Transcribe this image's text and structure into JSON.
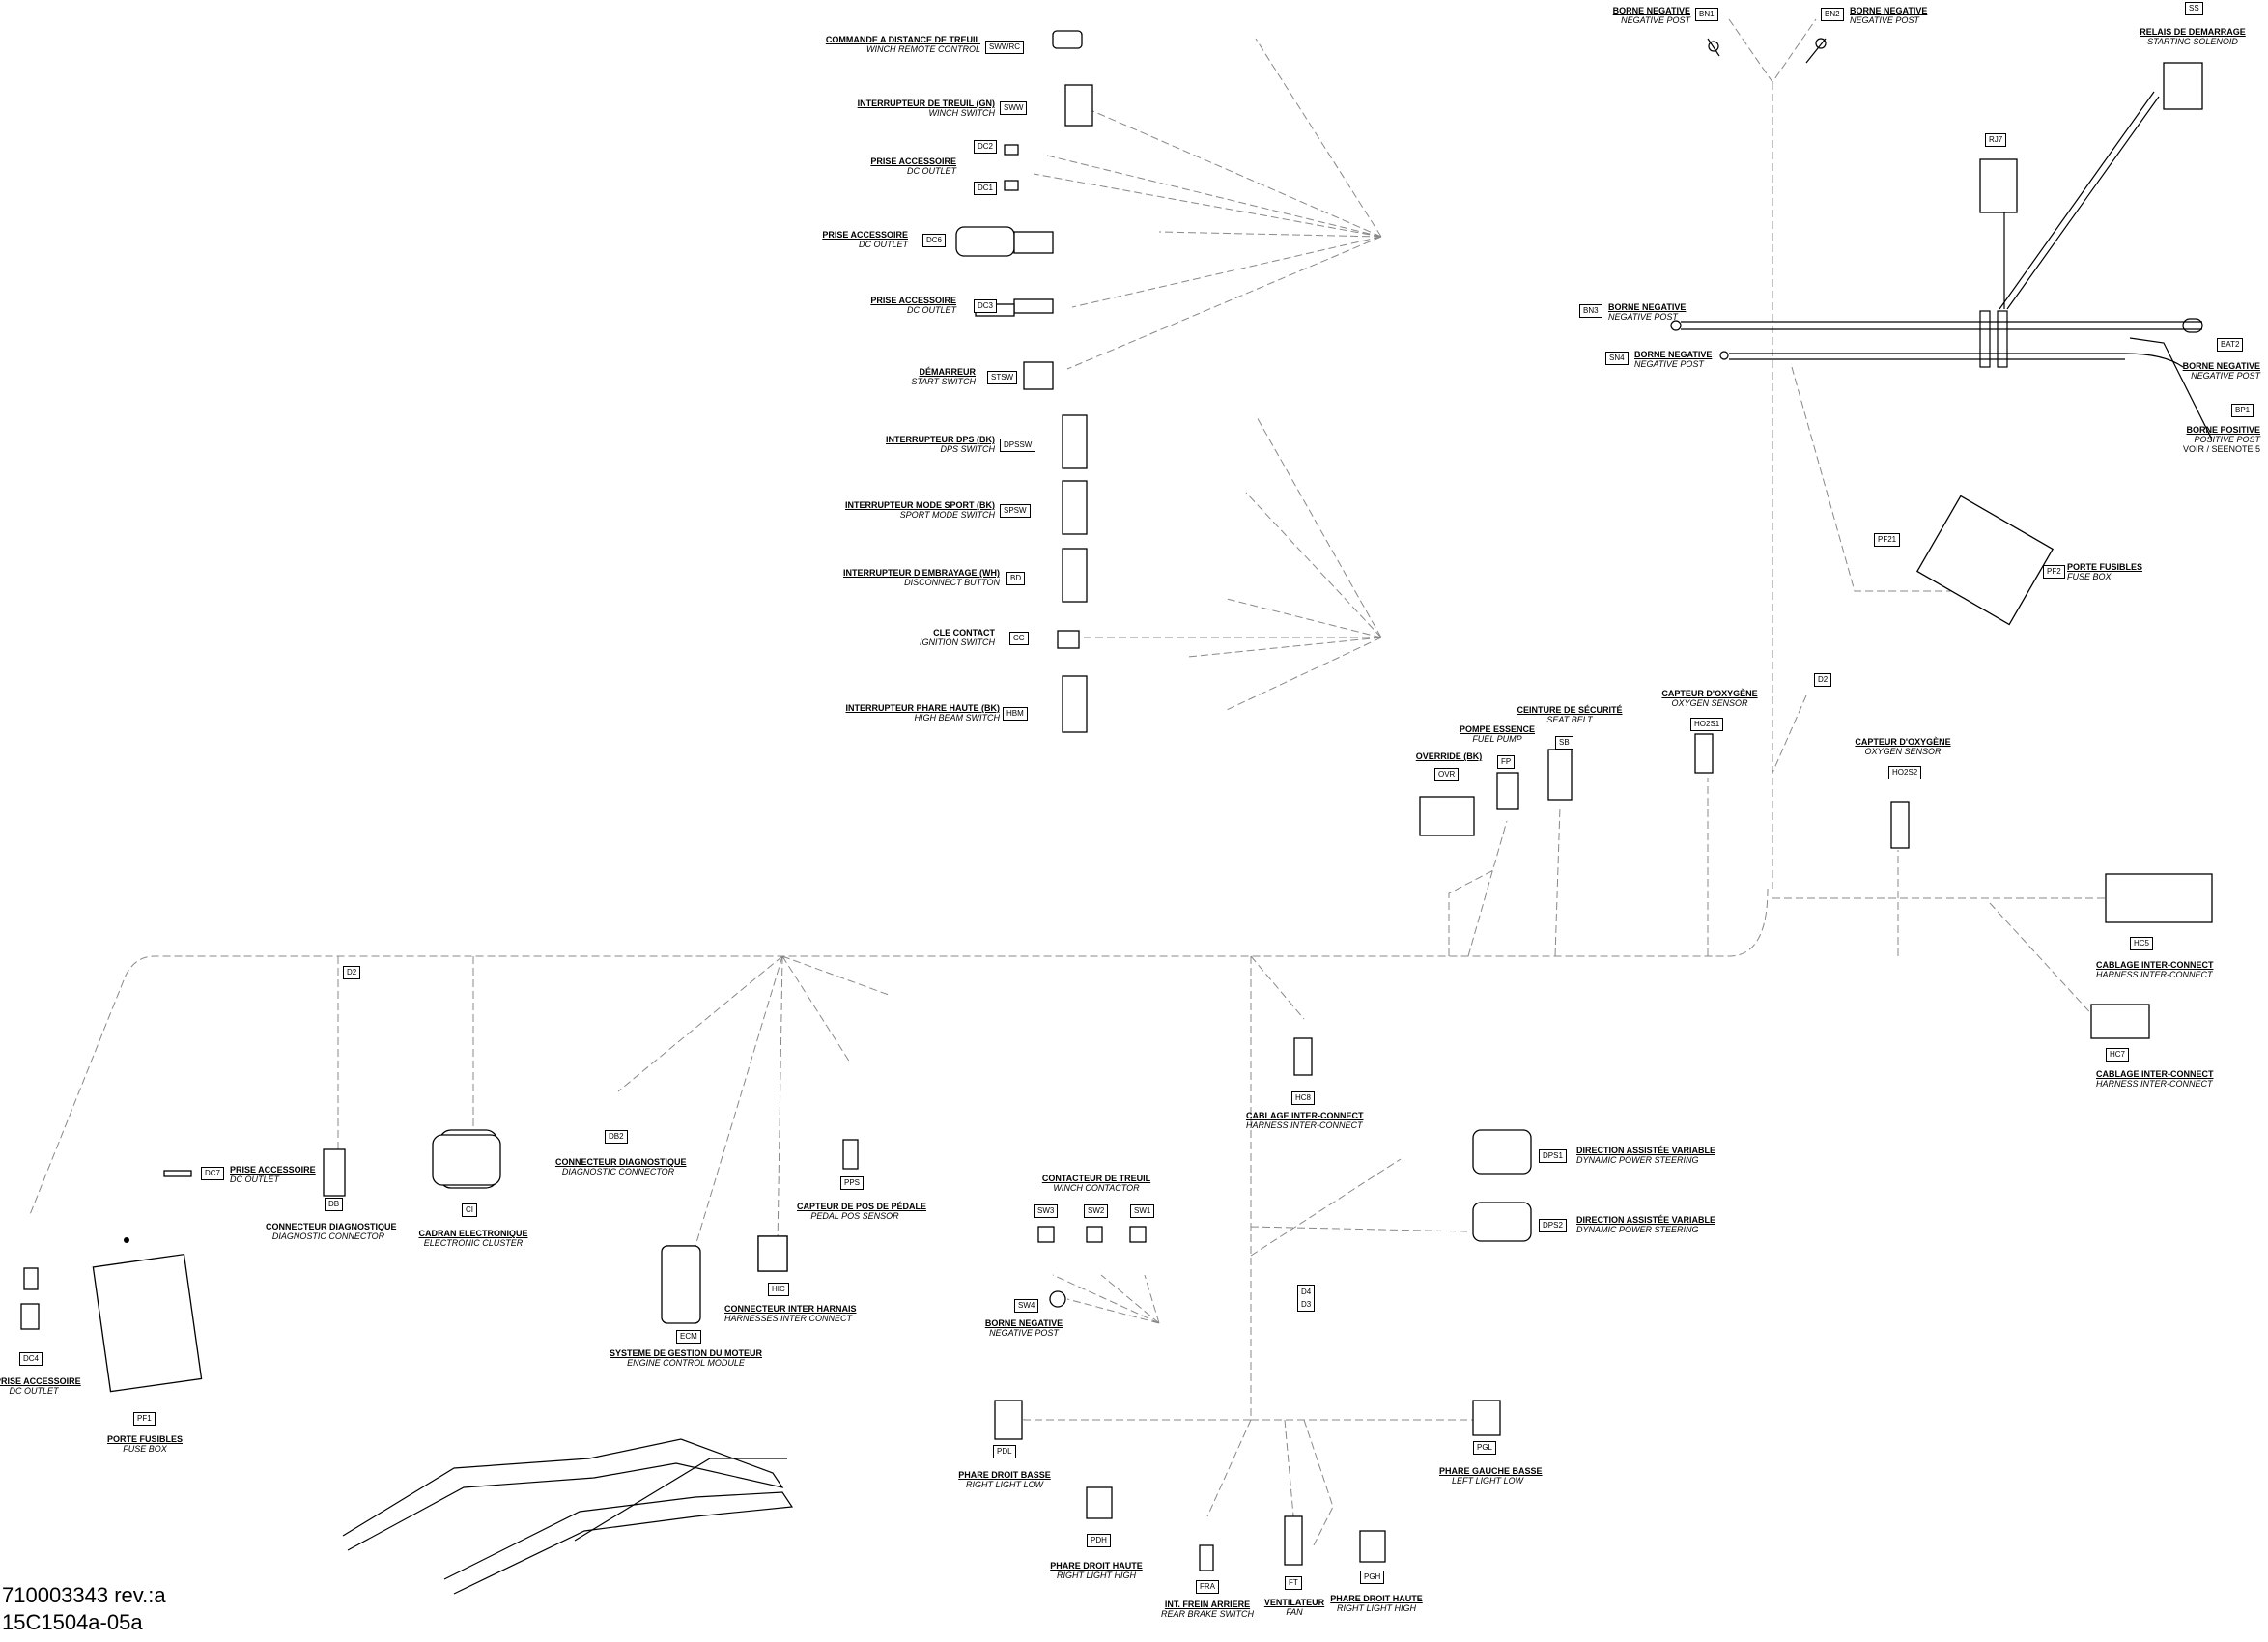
{
  "drawing": {
    "part_number": "710003343 rev.:a",
    "figure_code": "15C1504a-05a"
  },
  "components": {
    "swrc": {
      "code": "SWWRC",
      "fr": "COMMANDE A DISTANCE DE TREUIL",
      "en": "WINCH REMOTE CONTROL"
    },
    "sww": {
      "code": "SWW",
      "fr": "INTERRUPTEUR DE TREUIL (GN)",
      "en": "WINCH SWITCH"
    },
    "dc2": {
      "code": "DC2",
      "fr": "PRISE ACCESSOIRE",
      "en": "DC OUTLET"
    },
    "dc1": {
      "code": "DC1"
    },
    "dc6": {
      "code": "DC6",
      "fr": "PRISE ACCESSOIRE",
      "en": "DC OUTLET"
    },
    "dc3": {
      "code": "DC3",
      "fr": "PRISE ACCESSOIRE",
      "en": "DC OUTLET"
    },
    "stsw": {
      "code": "STSW",
      "fr": "DÉMARREUR",
      "en": "START SWITCH"
    },
    "dpssw": {
      "code": "DPSSW",
      "fr": "INTERRUPTEUR DPS (BK)",
      "en": "DPS SWITCH"
    },
    "spsw": {
      "code": "SPSW",
      "fr": "INTERRUPTEUR MODE SPORT (BK)",
      "en": "SPORT MODE SWITCH"
    },
    "bd": {
      "code": "BD",
      "fr": "INTERRUPTEUR D'EMBRAYAGE (WH)",
      "en": "DISCONNECT BUTTON"
    },
    "cc": {
      "code": "CC",
      "fr": "CLE CONTACT",
      "en": "IGNITION SWITCH"
    },
    "hbm": {
      "code": "HBM",
      "fr": "INTERRUPTEUR PHARE HAUTE (BK)",
      "en": "HIGH BEAM SWITCH"
    },
    "bn1": {
      "code": "BN1",
      "fr": "BORNE NEGATIVE",
      "en": "NEGATIVE POST"
    },
    "bn2": {
      "code": "BN2",
      "fr": "BORNE NEGATIVE",
      "en": "NEGATIVE POST"
    },
    "ss": {
      "code": "SS",
      "fr": "RELAIS DE DEMARRAGE",
      "en": "STARTING SOLENOID"
    },
    "rj7": {
      "code": "RJ7"
    },
    "bn3": {
      "code": "BN3",
      "fr": "BORNE NEGATIVE",
      "en": "NEGATIVE POST"
    },
    "sn4": {
      "code": "SN4",
      "fr": "BORNE NEGATIVE",
      "en": "NEGATIVE POST"
    },
    "bat2": {
      "code": "BAT2",
      "fr": "BORNE NEGATIVE",
      "en": "NEGATIVE POST"
    },
    "bp1": {
      "code": "BP1",
      "fr": "BORNE POSITIVE",
      "en": "POSITIVE POST",
      "note1": "VOIR / SEE",
      "note2": "NOTE 5"
    },
    "pf21": {
      "code": "PF21"
    },
    "pf2": {
      "code": "PF2",
      "fr": "PORTE FUSIBLES",
      "en": "FUSE BOX"
    },
    "d2a": {
      "code": "D2"
    },
    "ho2s1": {
      "code": "HO2S1",
      "fr": "CAPTEUR D'OXYGÈNE",
      "en": "OXYGEN SENSOR"
    },
    "ho2s2": {
      "code": "HO2S2",
      "fr": "CAPTEUR D'OXYGÈNE",
      "en": "OXYGEN SENSOR"
    },
    "sb": {
      "code": "SB",
      "fr": "CEINTURE DE SÉCURITÉ",
      "en": "SEAT BELT"
    },
    "fp": {
      "code": "FP",
      "fr": "POMPE ESSENCE",
      "en": "FUEL PUMP"
    },
    "ovr": {
      "code": "OVR",
      "fr": "OVERRIDE (BK)"
    },
    "hc5": {
      "code": "HC5",
      "fr": "CABLAGE INTER-CONNECT",
      "en": "HARNESS INTER-CONNECT"
    },
    "hc7": {
      "code": "HC7",
      "fr": "CABLAGE INTER-CONNECT",
      "en": "HARNESS INTER-CONNECT"
    },
    "d2b": {
      "code": "D2"
    },
    "dc7": {
      "code": "DC7",
      "fr": "PRISE ACCESSOIRE",
      "en": "DC OUTLET"
    },
    "db": {
      "code": "DB",
      "fr": "CONNECTEUR DIAGNOSTIQUE",
      "en": "DIAGNOSTIC CONNECTOR"
    },
    "ci": {
      "code": "CI",
      "fr": "CADRAN ELECTRONIQUE",
      "en": "ELECTRONIC CLUSTER"
    },
    "db2": {
      "code": "DB2",
      "fr": "CONNECTEUR DIAGNOSTIQUE",
      "en": "DIAGNOSTIC CONNECTOR"
    },
    "pps": {
      "code": "PPS",
      "fr": "CAPTEUR DE POS DE PÉDALE",
      "en": "PEDAL POS SENSOR"
    },
    "ecm": {
      "code": "ECM",
      "fr": "SYSTEME DE GESTION DU MOTEUR",
      "en": "ENGINE CONTROL MODULE"
    },
    "hic": {
      "code": "HIC",
      "fr": "CONNECTEUR INTER HARNAIS",
      "en": "HARNESSES INTER CONNECT"
    },
    "hc8": {
      "code": "HC8",
      "fr": "CABLAGE INTER-CONNECT",
      "en": "HARNESS INTER-CONNECT"
    },
    "winch": {
      "fr": "CONTACTEUR DE TREUIL",
      "en": "WINCH CONTACTOR",
      "sw3": "SW3",
      "sw2": "SW2",
      "sw1": "SW1"
    },
    "sw4": {
      "code": "SW4",
      "fr": "BORNE NEGATIVE",
      "en": "NEGATIVE POST"
    },
    "dps1": {
      "code": "DPS1",
      "fr": "DIRECTION ASSISTÉE VARIABLE",
      "en": "DYNAMIC POWER STEERING"
    },
    "dps2": {
      "code": "DPS2",
      "fr": "DIRECTION ASSISTÉE VARIABLE",
      "en": "DYNAMIC POWER STEERING"
    },
    "d4": {
      "code1": "D4",
      "code2": "D3"
    },
    "dc4": {
      "code": "DC4",
      "fr": "PRISE ACCESSOIRE",
      "en": "DC OUTLET"
    },
    "pf1": {
      "code": "PF1",
      "fr": "PORTE FUSIBLES",
      "en": "FUSE BOX"
    },
    "pdl": {
      "code": "PDL",
      "fr": "PHARE DROIT BASSE",
      "en": "RIGHT LIGHT LOW"
    },
    "pgl": {
      "code": "PGL",
      "fr": "PHARE GAUCHE BASSE",
      "en": "LEFT LIGHT LOW"
    },
    "pdh": {
      "code": "PDH",
      "fr": "PHARE DROIT HAUTE",
      "en": "RIGHT LIGHT HIGH"
    },
    "fra": {
      "code": "FRA",
      "fr": "INT. FREIN ARRIERE",
      "en": "REAR BRAKE SWITCH"
    },
    "ft": {
      "code": "FT",
      "fr": "VENTILATEUR",
      "en": "FAN"
    },
    "pgh": {
      "code": "PGH",
      "fr": "PHARE DROIT HAUTE",
      "en": "RIGHT LIGHT HIGH"
    }
  }
}
